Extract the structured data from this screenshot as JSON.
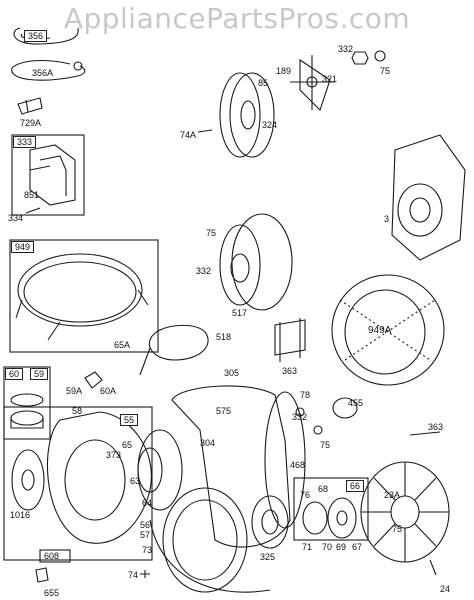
{
  "watermark": "AppliancePartsPros.com",
  "labels": {
    "p356": "356",
    "p356a": "356A",
    "p729a": "729A",
    "p333": "333",
    "p851": "851",
    "p334": "334",
    "p949": "949",
    "p65a": "65A",
    "p85": "85",
    "p189": "189",
    "p321": "321",
    "p332a": "332",
    "p75a": "75",
    "p74a": "74A",
    "p324": "324",
    "p3": "3",
    "p75b": "75",
    "p332b": "332",
    "p517": "517",
    "p518": "518",
    "p363a": "363",
    "p949a": "949A",
    "p60": "60",
    "p59": "59",
    "p59a": "59A",
    "p60a": "60A",
    "p58": "58",
    "p55": "55",
    "p305": "305",
    "p575": "575",
    "p78": "78",
    "p455": "455",
    "p332c": "332",
    "p75c": "75",
    "p363b": "363",
    "p304": "304",
    "p65": "65",
    "p373": "373",
    "p468": "468",
    "p63": "63",
    "p64": "64",
    "p1016": "1016",
    "p56": "56",
    "p57": "57",
    "p73": "73",
    "p608": "608",
    "p325": "325",
    "p66": "66",
    "p76": "76",
    "p68": "68",
    "p23a": "23A",
    "p75d": "75",
    "p71": "71",
    "p70": "70",
    "p69": "69",
    "p67": "67",
    "p74": "74",
    "p24": "24",
    "p655": "655"
  }
}
